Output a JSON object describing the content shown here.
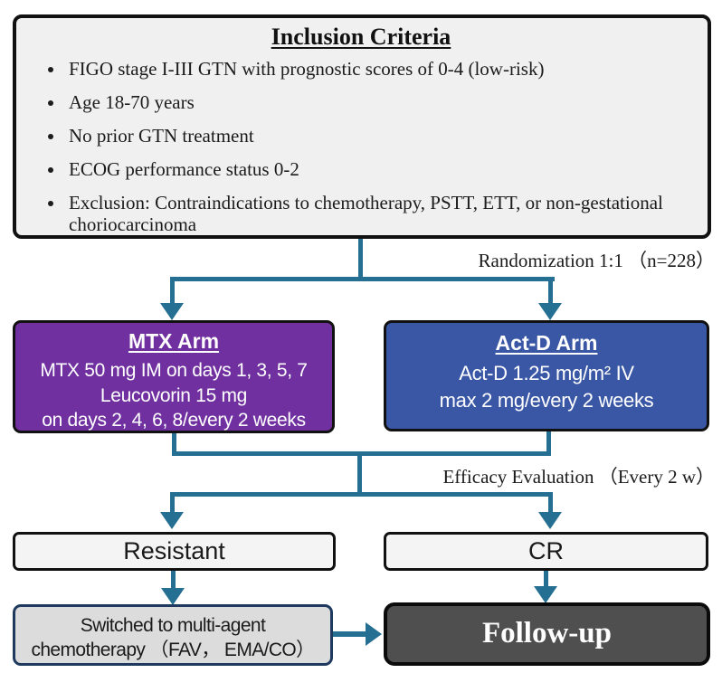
{
  "colors": {
    "connector_teal": "#256f92",
    "mtx_purple": "#7030a0",
    "actd_blue": "#3a57a6",
    "followup_gray": "#4f4f4f",
    "switched_border_navy": "#1f3a5f",
    "box_light_gray": "#f0f0f0"
  },
  "inclusion": {
    "title": "Inclusion Criteria",
    "items": [
      "FIGO stage I-III GTN with prognostic scores of 0-4 (low-risk)",
      "Age 18-70 years",
      "No prior GTN treatment",
      "ECOG performance status 0-2",
      "Exclusion: Contraindications to chemotherapy, PSTT, ETT, or non-gestational choriocarcinoma"
    ]
  },
  "labels": {
    "randomization": "Randomization 1:1 （n=228）",
    "efficacy": "Efficacy Evaluation （Every 2 w）"
  },
  "arms": {
    "mtx": {
      "title": "MTX Arm",
      "line1": "MTX 50 mg IM on days 1, 3, 5, 7",
      "line2": "Leucovorin 15 mg",
      "line3": "on days 2, 4, 6, 8/every 2 weeks"
    },
    "actd": {
      "title": "Act-D Arm",
      "line1": "Act-D 1.25 mg/m² IV",
      "line2": "max 2 mg/every 2 weeks"
    }
  },
  "outcomes": {
    "resistant": "Resistant",
    "cr": "CR"
  },
  "bottom": {
    "switched_line1": "Switched to multi-agent",
    "switched_line2": "chemotherapy （FAV， EMA/CO）",
    "followup": "Follow-up"
  }
}
